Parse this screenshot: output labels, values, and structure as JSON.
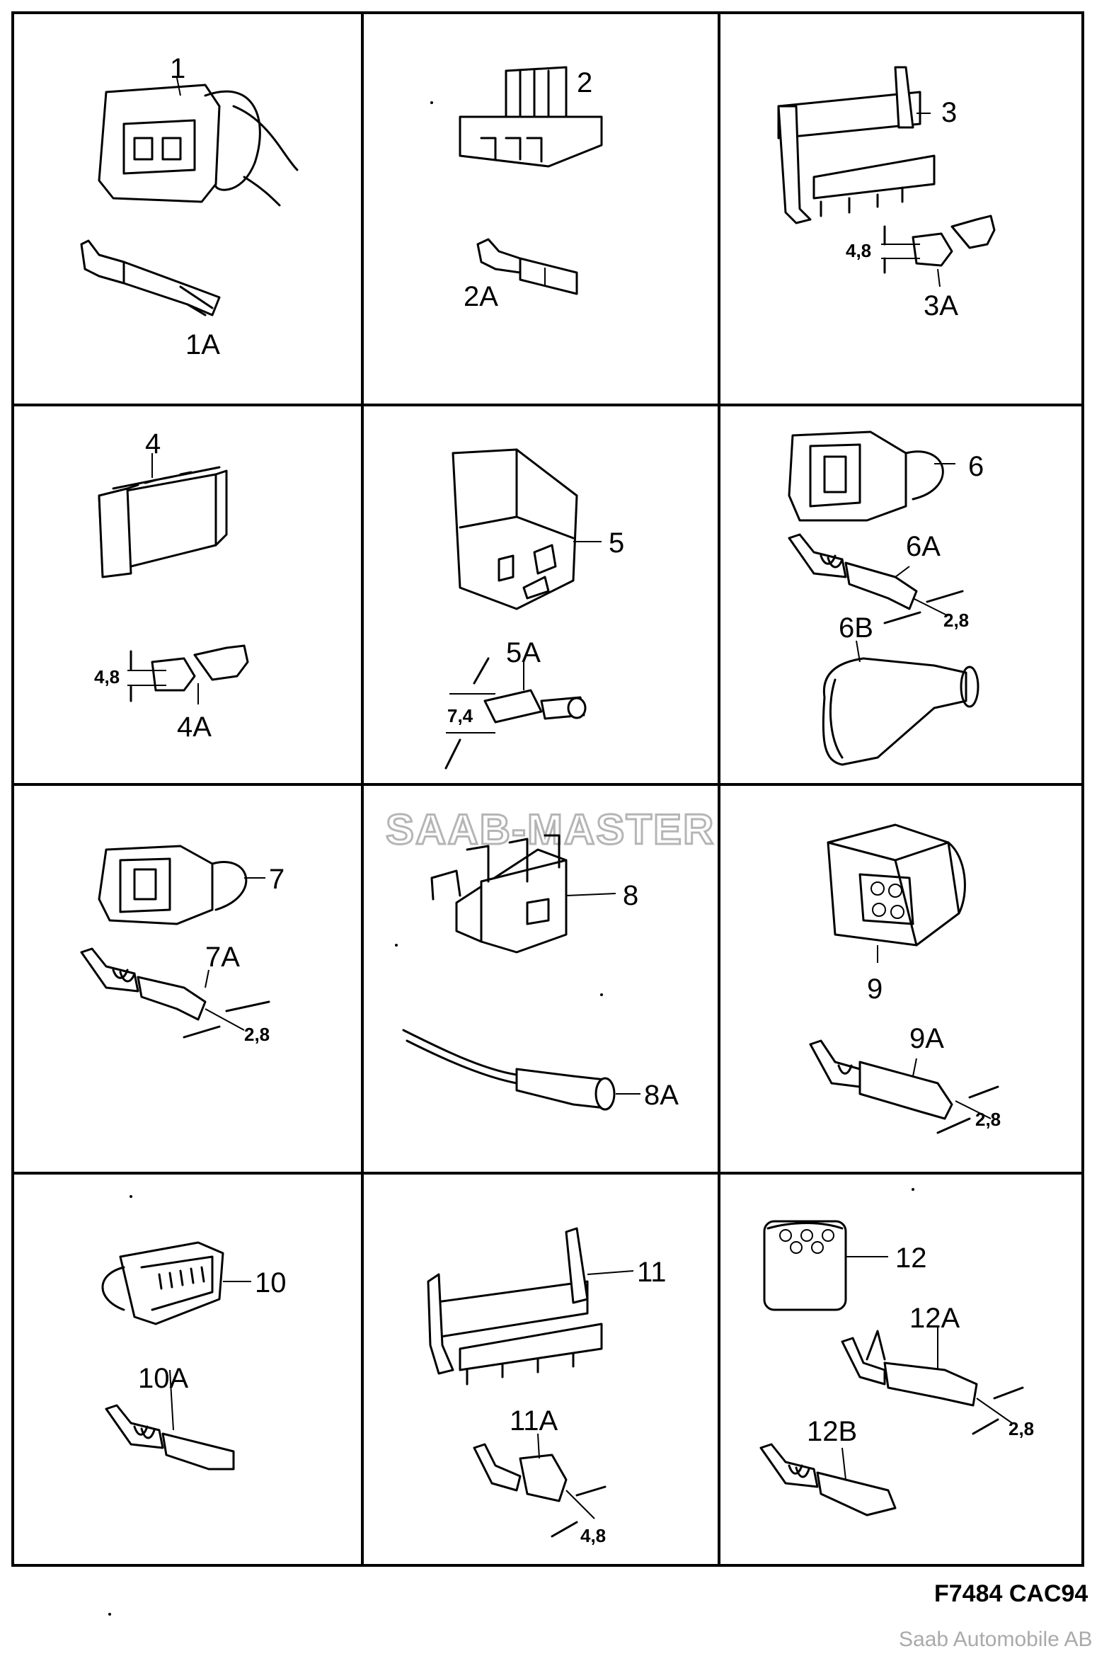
{
  "labels": {
    "c1": "1",
    "c1a": "1A",
    "c2": "2",
    "c2a": "2A",
    "c3": "3",
    "c3a": "3A",
    "d3": "4,8",
    "c4": "4",
    "c4a": "4A",
    "d4": "4,8",
    "c5": "5",
    "c5a": "5A",
    "d5": "7,4",
    "c6": "6",
    "c6a": "6A",
    "c6b": "6B",
    "d6": "2,8",
    "c7": "7",
    "c7a": "7A",
    "d7": "2,8",
    "c8": "8",
    "c8a": "8A",
    "c9": "9",
    "c9a": "9A",
    "d9": "2,8",
    "c10": "10",
    "c10a": "10A",
    "c11": "11",
    "c11a": "11A",
    "d11": "4,8",
    "c12": "12",
    "c12a": "12A",
    "c12b": "12B",
    "d12": "2,8"
  },
  "watermark": "SAAB-MASTER",
  "drawing_code": "F7484 CAC94",
  "copyright": "Saab Automobile AB"
}
